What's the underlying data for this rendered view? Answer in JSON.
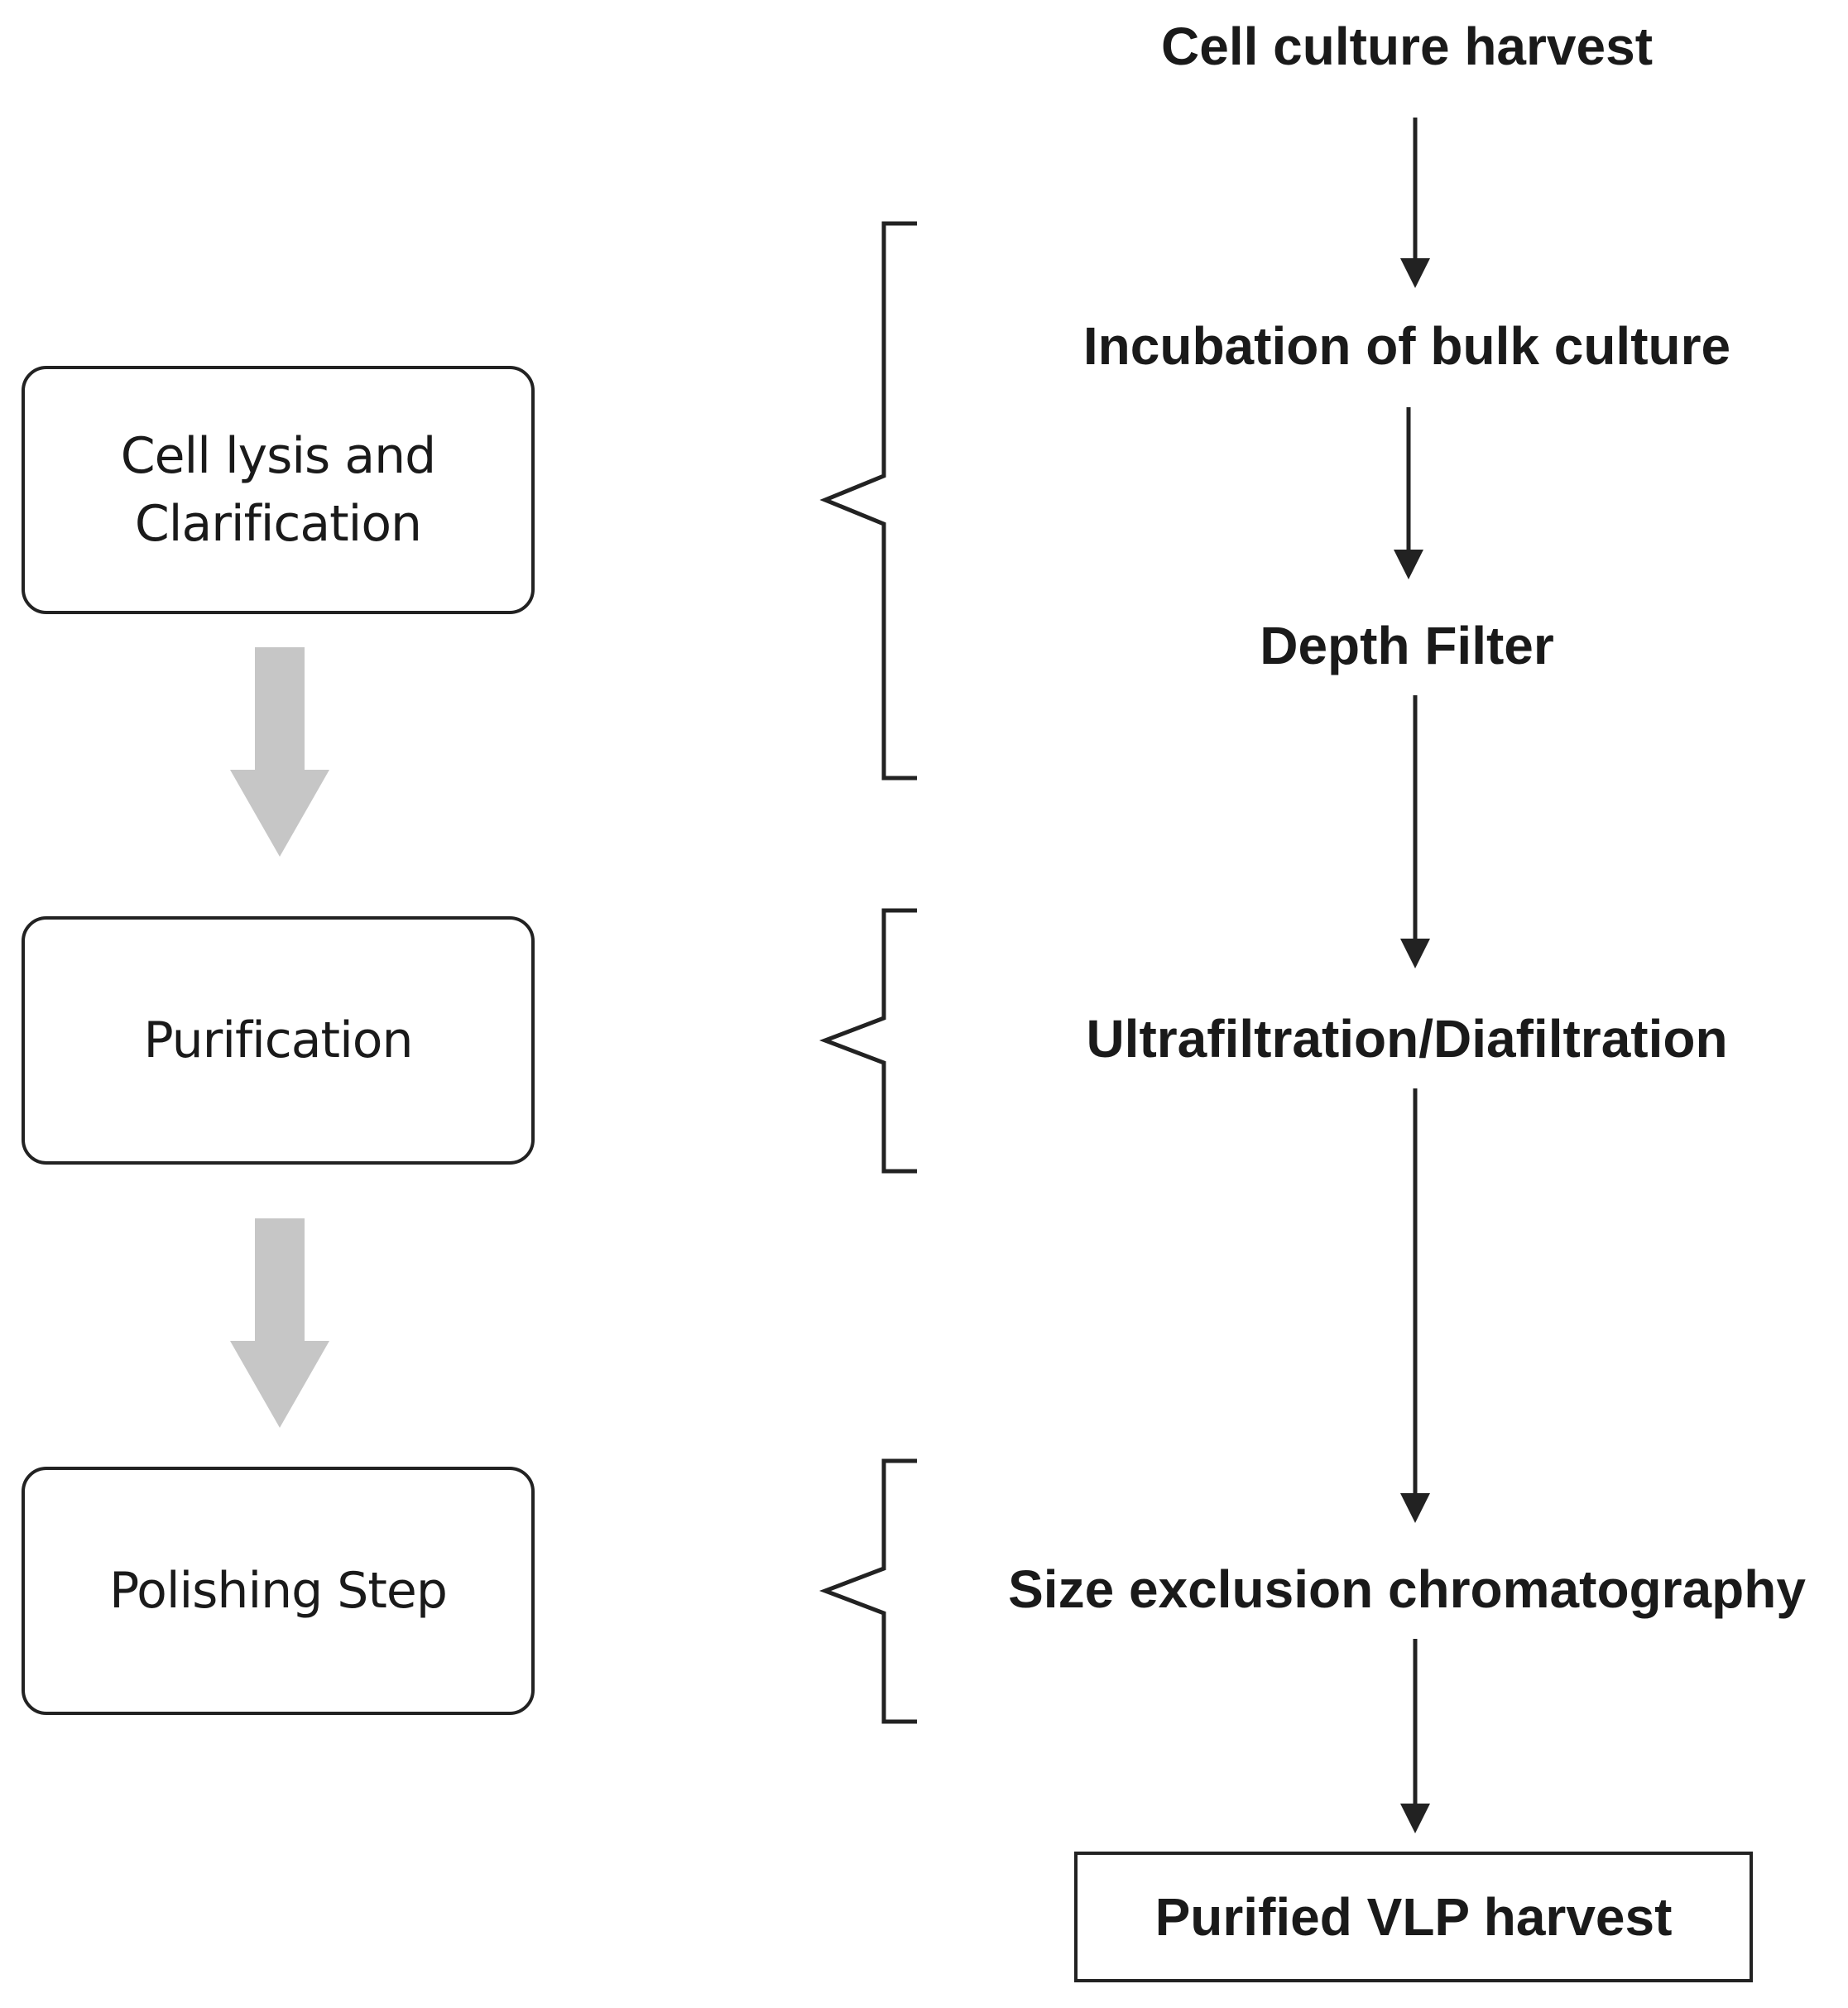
{
  "stages": [
    {
      "label": "Cell lysis and\nClarification"
    },
    {
      "label": "Purification"
    },
    {
      "label": "Polishing Step"
    }
  ],
  "steps": [
    {
      "label": "Cell culture harvest"
    },
    {
      "label": "Incubation of bulk culture"
    },
    {
      "label": "Depth Filter"
    },
    {
      "label": "Ultrafiltration/Diafiltration"
    },
    {
      "label": "Size exclusion chromatography"
    }
  ],
  "final": {
    "label": "Purified VLP harvest"
  },
  "colors": {
    "stroke": "#222222",
    "stage_arrow": "#c6c6c6"
  }
}
